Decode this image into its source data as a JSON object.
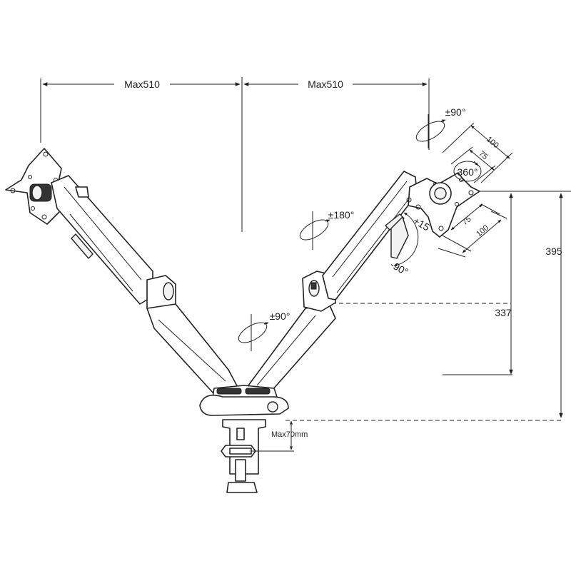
{
  "dimensions": {
    "left_reach": "Max510",
    "right_reach": "Max510",
    "height_total": "395",
    "height_arm": "337",
    "clamp_thickness": "Max70mm"
  },
  "vesa": {
    "outer_top": "100",
    "inner_top": "75",
    "inner_bottom": "75",
    "outer_bottom": "100"
  },
  "rotations": {
    "head_swivel": "±90°",
    "forearm_swivel": "±180°",
    "base_swivel": "±90°",
    "screen_rotation": "360°",
    "tilt_up": "+15",
    "tilt_down": "-90°"
  }
}
